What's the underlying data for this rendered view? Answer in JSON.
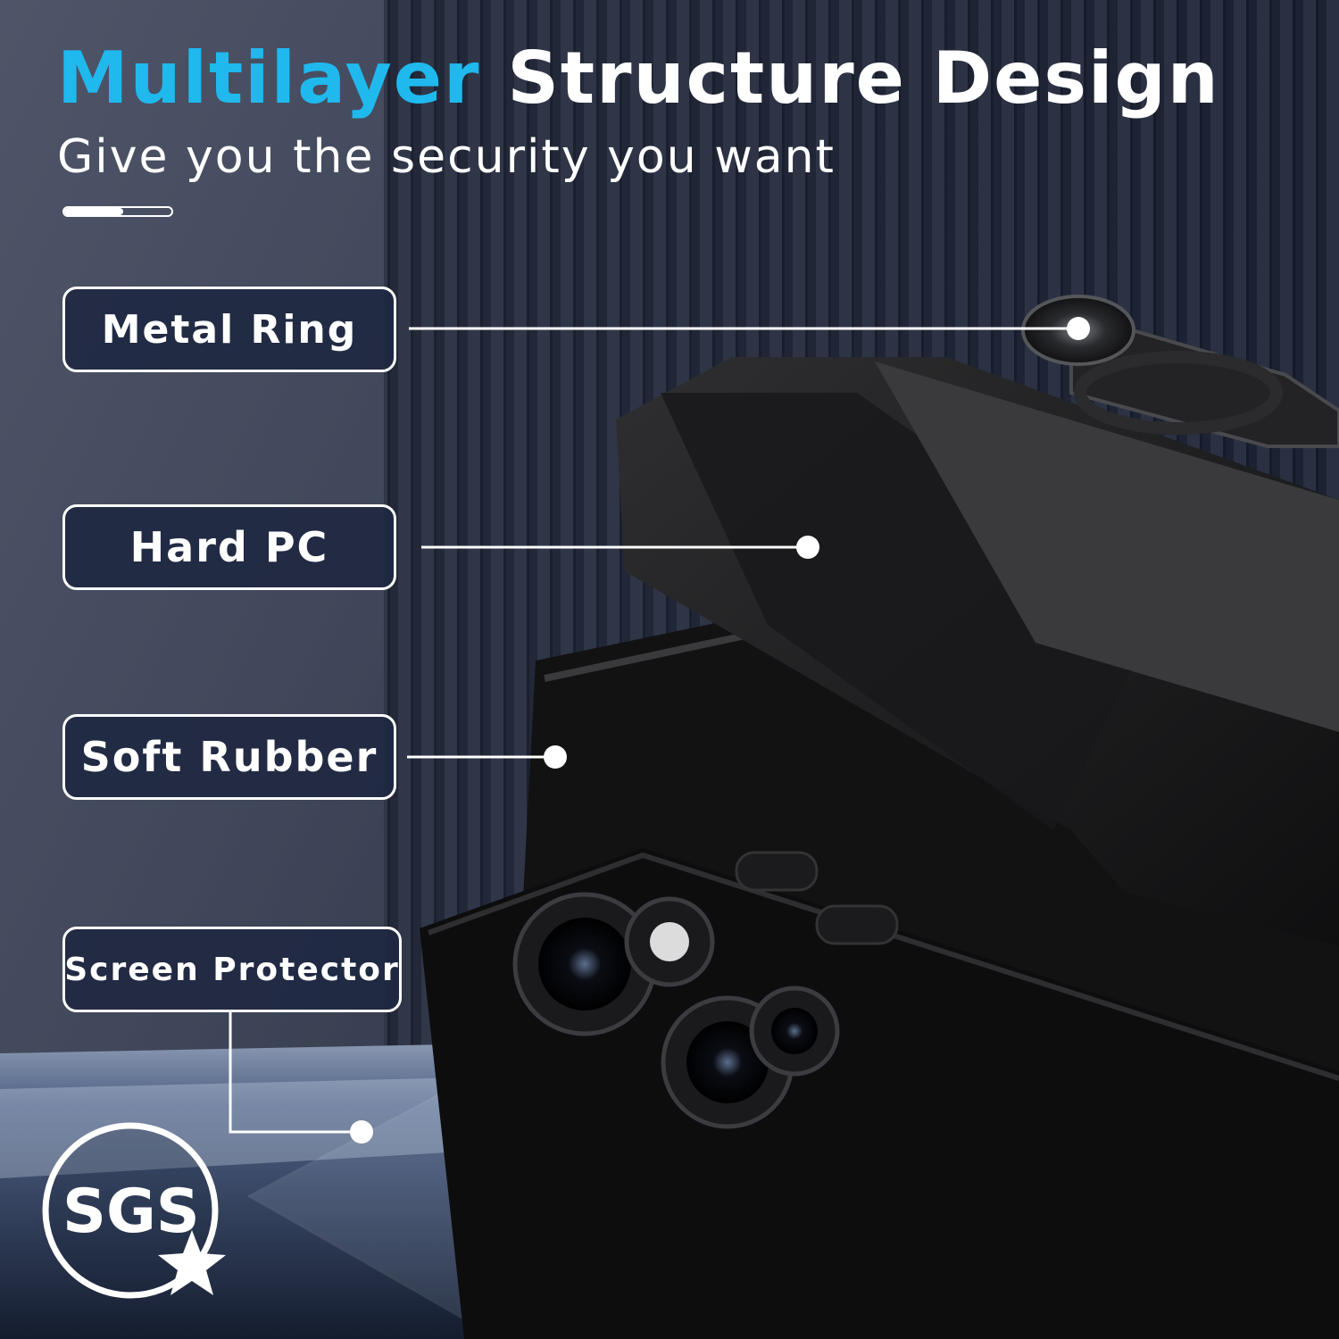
{
  "headline": {
    "highlight": "Multilayer",
    "rest": "Structure Design",
    "highlight_color": "#1fb9ee"
  },
  "subtitle": "Give you the security you want",
  "progress_fraction": 0.55,
  "layers": [
    {
      "label": "Metal Ring"
    },
    {
      "label": "Hard PC"
    },
    {
      "label": "Soft Rubber"
    },
    {
      "label": "Screen Protector"
    }
  ],
  "badge": {
    "text": "SGS",
    "icon": "star-icon"
  }
}
